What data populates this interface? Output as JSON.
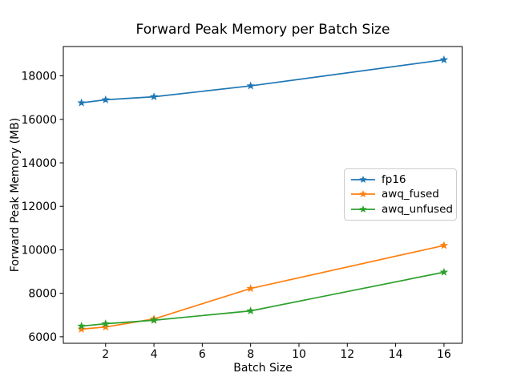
{
  "chart_data": {
    "type": "line",
    "title": "Forward Peak Memory per Batch Size",
    "xlabel": "Batch Size",
    "ylabel": "Forward Peak Memory (MB)",
    "x": [
      1,
      2,
      4,
      8,
      16
    ],
    "series": [
      {
        "name": "fp16",
        "color": "#1f77b4",
        "marker": "star",
        "values": [
          16760,
          16900,
          17040,
          17540,
          18740
        ]
      },
      {
        "name": "awq_fused",
        "color": "#ff7f0e",
        "marker": "star",
        "values": [
          6350,
          6450,
          6820,
          8220,
          10200
        ]
      },
      {
        "name": "awq_unfused",
        "color": "#2ca02c",
        "marker": "star",
        "values": [
          6490,
          6600,
          6760,
          7190,
          8970
        ]
      }
    ],
    "x_ticks": [
      2,
      4,
      6,
      8,
      10,
      12,
      14,
      16
    ],
    "y_ticks": [
      6000,
      8000,
      10000,
      12000,
      14000,
      16000,
      18000
    ],
    "xlim": [
      0.25,
      16.75
    ],
    "ylim": [
      5700,
      19350
    ],
    "grid": false,
    "legend_position": "center-right",
    "background_color": "#ffffff",
    "spine_color": "#000000",
    "text_color": "#000000"
  }
}
